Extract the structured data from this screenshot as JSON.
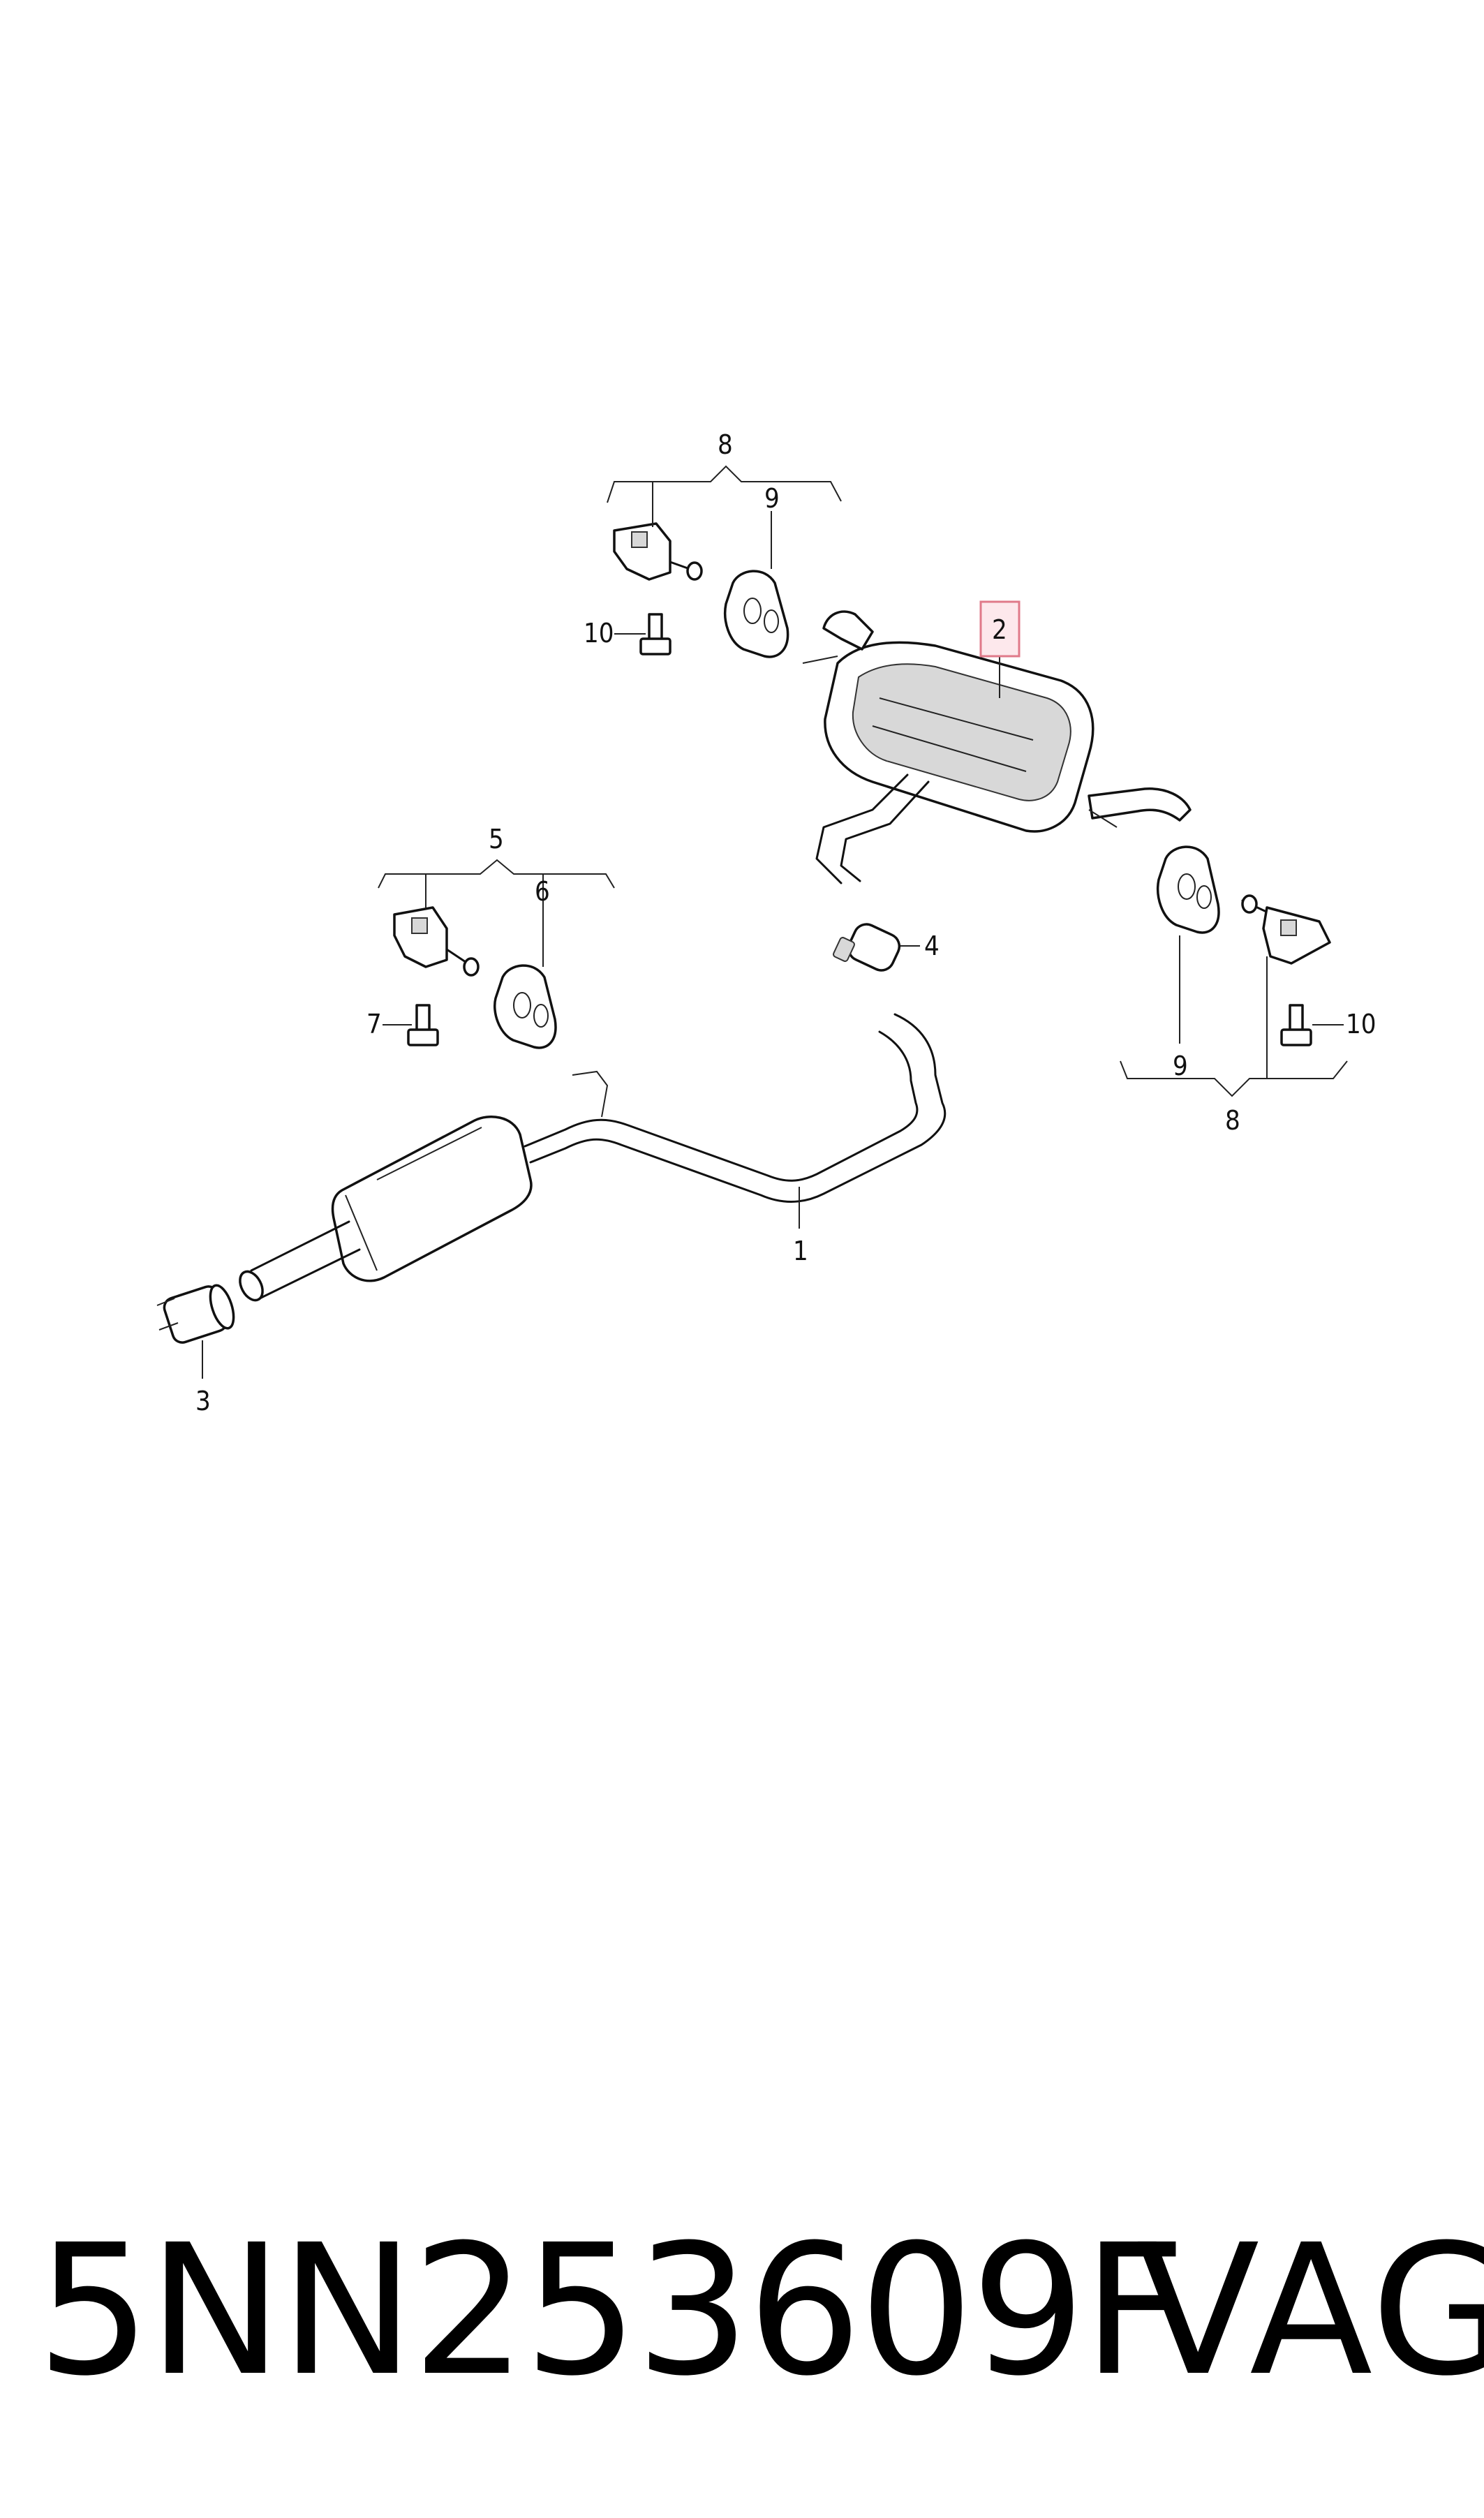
{
  "diagram": {
    "callouts": {
      "c1": "1",
      "c2": "2",
      "c3": "3",
      "c4": "4",
      "c5": "5",
      "c6": "6",
      "c7": "7",
      "c8_top": "8",
      "c8_bottom": "8",
      "c9_top": "9",
      "c9_bottom": "9",
      "c10_left": "10",
      "c10_right": "10"
    },
    "highlighted_callout": "2",
    "highlight_color": "#e07a8a"
  },
  "footer": {
    "part_number": "5NN253609F",
    "brand": "VAG"
  }
}
